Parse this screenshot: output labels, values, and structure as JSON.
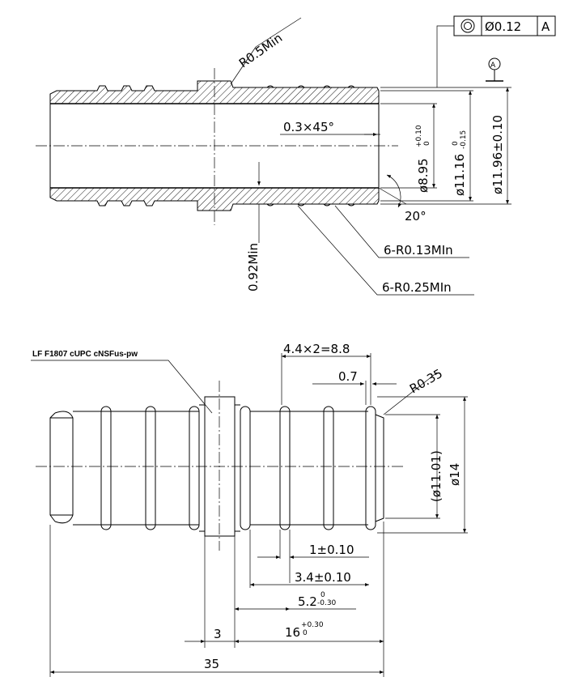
{
  "top_view": {
    "fillet_r05": "R0.5Min",
    "chamfer": "0.3×45°",
    "dia_bore": "ø8.95",
    "dia_bore_tol_upper": "+0.10",
    "dia_bore_tol_lower": "0",
    "dia_mid": "ø11.16",
    "dia_mid_tol_upper": "0",
    "dia_mid_tol_lower": "-0.15",
    "dia_outer": "ø11.96±0.10",
    "angle": "20°",
    "min_wall": "0.92Min",
    "ribs_r013": "6-R0.13MIn",
    "ribs_r025": "6-R0.25MIn",
    "gdt_tolerance": "Ø0.12",
    "gdt_datum": "A",
    "datum_label": "A"
  },
  "bottom_view": {
    "marking": "LF  F1807 cUPC cNSFus-pw",
    "pitch": "4.4×2=8.8",
    "dim_07": "0.7",
    "radius_035": "R0.35",
    "dia_ref": "(ø11.01)",
    "dia_14": "ø14",
    "dim_1": "1±0.10",
    "dim_34": "3.4±0.10",
    "dim_52": "5.2",
    "dim_52_tol_upper": "0",
    "dim_52_tol_lower": "-0.30",
    "dim_3": "3",
    "dim_16": "16",
    "dim_16_tol_upper": "+0.30",
    "dim_16_tol_lower": "0",
    "dim_35": "35"
  }
}
